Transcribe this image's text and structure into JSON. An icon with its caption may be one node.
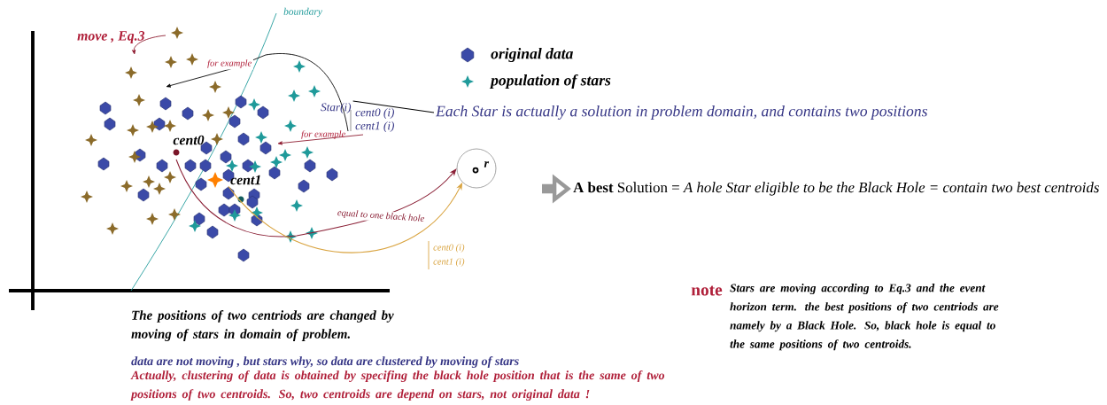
{
  "diagram": {
    "nodes": [
      {
        "text": [
          "cent0"
        ]
      },
      {
        "text": [
          "cent1"
        ]
      },
      {
        "text": [
          "r"
        ]
      },
      {
        "text": [
          "Each Star is actually a solution in problem domain, and contains two positions"
        ]
      },
      {
        "text": [
          "**A best** Solution = *A hole Star eligible to be the Black Hole = contain two best centroids*"
        ]
      },
      {
        "text": [
          "Star(i)"
        ]
      }
    ],
    "edges": [
      {
        "from": 0,
        "to": 2,
        "arrow": "to",
        "label": "equal to one black hole",
        "color": "#8a1f35"
      },
      {
        "from": 1,
        "to": 2,
        "arrow": "to",
        "color": "#d9a441"
      },
      {
        "from": 3,
        "to": 5,
        "arrow": "none",
        "color": "#000000"
      },
      {
        "from": null,
        "to": 4,
        "arrow": "to",
        "style": "thick",
        "color": "#999999"
      }
    ],
    "labels": [
      "boundary",
      "move , Eq.3",
      "for example",
      "cent0 (i)",
      "cent1 (i)",
      "for example",
      "cent0 (i)",
      "cent1 (i)",
      "The positions of two centriods are changed by moving of stars in domain of problem.",
      "data are not moving , but stars why, so data are clustered by moving of stars",
      "Actually, clustering of data is obtained by specifing the black hole position that is the same of two positions of two centroids.   So, two centroids are depend on stars, not original data !",
      "note",
      "Stars are moving according to Eq.3 and the event horizon term. the best positions of two centriods are namely by a Black Hole. So, black hole is equal to the same positions of two centroids."
    ],
    "legend": [
      {
        "text": "original data"
      },
      {
        "text": "population of stars"
      }
    ]
  }
}
